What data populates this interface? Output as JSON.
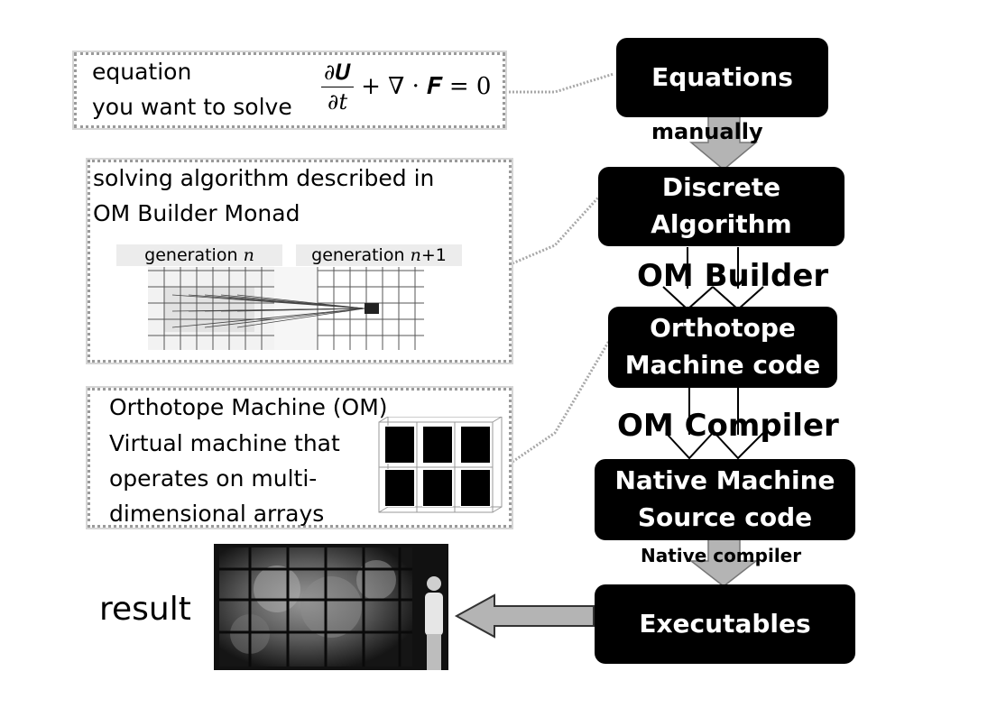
{
  "stages": {
    "equations": "Equations",
    "discrete_line1": "Discrete",
    "discrete_line2": "Algorithm",
    "orthotope_line1": "Orthotope",
    "orthotope_line2": "Machine code",
    "native_line1": "Native Machine",
    "native_line2": "Source code",
    "executables": "Executables"
  },
  "steps": {
    "manually": "manually",
    "om_builder": "OM Builder",
    "om_compiler": "OM Compiler",
    "native_compiler": "Native compiler"
  },
  "panel_equation": {
    "line1": "equation",
    "line2": "you want to solve",
    "eq_num": "∂𝑼",
    "eq_den": "∂𝑡",
    "eq_rest": "+ ∇ · 𝑭 = 0"
  },
  "panel_algorithm": {
    "line1": "solving algorithm described in",
    "line2": "OM Builder Monad",
    "gen_n_word": "generation",
    "gen_n_var": "n",
    "gen_n1_word": "generation",
    "gen_n1_var": "n",
    "gen_n1_suffix": "+1"
  },
  "panel_om": {
    "title": "Orthotope Machine (OM)",
    "line1": "Virtual machine that",
    "line2": "operates on multi-",
    "line3": "dimensional arrays"
  },
  "result": {
    "label": "result"
  },
  "colors": {
    "stage_bg": "#000000",
    "stage_text": "#ffffff",
    "arrow_fill": "#b4b4b4",
    "panel_border": "#9a9a9a"
  }
}
